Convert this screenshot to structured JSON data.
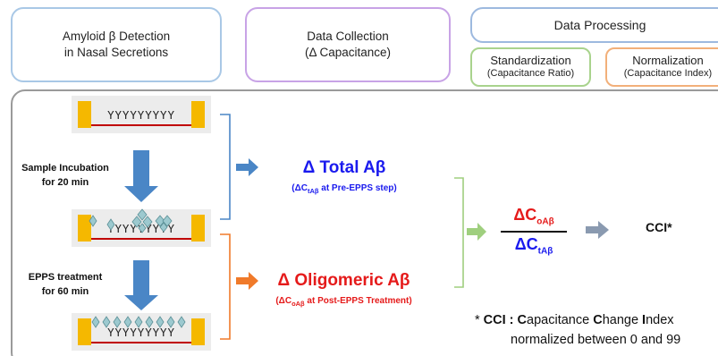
{
  "headers": {
    "detection": {
      "line1": "Amyloid β Detection",
      "line2": "in Nasal Secretions"
    },
    "collection": {
      "line1": "Data Collection",
      "line2": "(Δ Capacitance)"
    },
    "processing": {
      "title": "Data Processing"
    },
    "standardization": {
      "title": "Standardization",
      "sub": "(Capacitance Ratio)"
    },
    "normalization": {
      "title": "Normalization",
      "sub": "(Capacitance Index)"
    }
  },
  "steps": {
    "incubation": {
      "line1": "Sample Incubation",
      "line2": "for 20 min"
    },
    "epps": {
      "line1": "EPPS treatment",
      "line2": "for 60 min"
    }
  },
  "sensor": {
    "antibodies": "YYYYYYYYY"
  },
  "total": {
    "title": "Δ Total Aβ",
    "sub_prefix": "(ΔC",
    "sub_index": "tAβ",
    "sub_suffix": " at Pre-EPPS step)"
  },
  "oligomeric": {
    "title": "Δ Oligomeric Aβ",
    "sub_prefix": "(ΔC",
    "sub_index": "oAβ",
    "sub_suffix": " at Post-EPPS Treatment)"
  },
  "ratio": {
    "num_main": "ΔC",
    "num_index": "oAβ",
    "den_main": "ΔC",
    "den_index": "tAβ"
  },
  "result": {
    "label": "CCI*"
  },
  "footnote": {
    "prefix": "* ",
    "abbr": "CCI",
    "colon": " : ",
    "c1": "C",
    "w1": "apacitance ",
    "c2": "C",
    "w2": "hange ",
    "c3": "I",
    "w3": "ndex",
    "line2": "normalized between 0 and 99"
  },
  "colors": {
    "blue": "#1a1aee",
    "red": "#e51a1a",
    "arrow_blue": "#4a86c6",
    "arrow_orange": "#f07a2a",
    "arrow_green": "#9fcf7e",
    "arrow_gray": "#8a9ab0",
    "gold": "#f5b800",
    "diamond": "#9cc9cf"
  }
}
